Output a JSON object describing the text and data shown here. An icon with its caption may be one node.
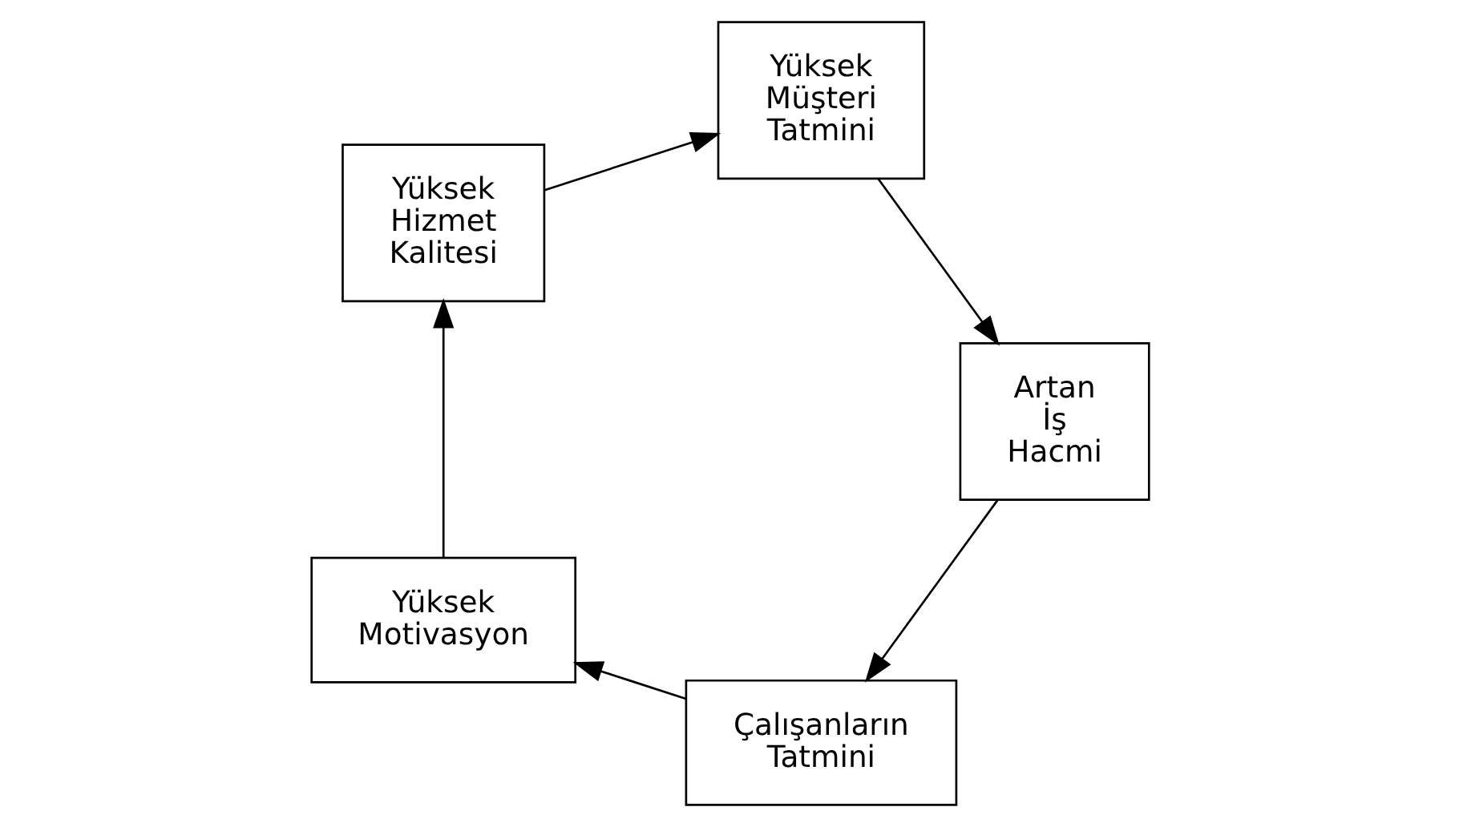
{
  "diagram": {
    "nodes": [
      {
        "text": [
          "Çalışanların Tatmini"
        ]
      },
      {
        "text": [
          "Yüksek Motivasyon"
        ]
      },
      {
        "text": [
          "Yüksek Hizmet Kalitesi"
        ]
      },
      {
        "text": [
          "Yüksek Müşteri Tatmini"
        ]
      },
      {
        "text": [
          "Artan İş Hacmi"
        ]
      }
    ],
    "edges": [
      {
        "from": 4,
        "to": 0,
        "arrow": "to"
      },
      {
        "from": 0,
        "to": 1,
        "arrow": "to"
      },
      {
        "from": 1,
        "to": 2,
        "arrow": "to"
      },
      {
        "from": 2,
        "to": 3,
        "arrow": "to"
      },
      {
        "from": 3,
        "to": 4,
        "arrow": "to"
      }
    ]
  }
}
